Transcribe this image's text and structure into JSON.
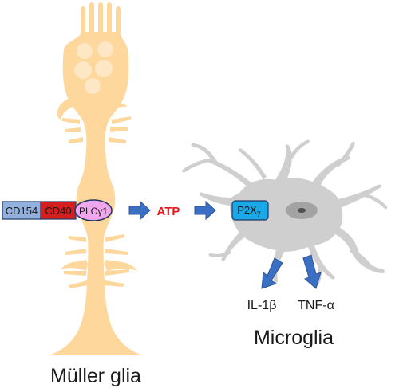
{
  "labels": {
    "cd154": "CD154",
    "cd40": "CD40",
    "plc_base": "PLC",
    "plc_greek": "γ",
    "plc_suffix": "1",
    "atp": "ATP",
    "p2x_base": "P2X",
    "p2x_sub": "7",
    "il1_prefix": "IL-1",
    "il1_greek": "β",
    "tnf_prefix": "TNF-",
    "tnf_greek": "α",
    "muller_glia": "Müller glia",
    "microglia": "Microglia"
  },
  "colors": {
    "muller_fill": "#fdd79c",
    "muller_highlight": "#fde7c4",
    "microglia_fill": "#cfcfcf",
    "microglia_nucleus": "#a3a3a3",
    "arrow_blue": "#3a6fc4",
    "cd154_fill": "#92b0de",
    "cd40_fill": "#d51e1e",
    "plc_fill": "#f2a6f0",
    "p2x_fill": "#19a9e8",
    "atp_text": "#e8161a",
    "outline": "#1f3864"
  },
  "icons": {
    "muller_cell": "muller-glia-cell-shape",
    "microglia_cell": "microglia-cell-shape",
    "arrow_right": "block-arrow-right",
    "arrow_down": "block-arrow-down"
  }
}
